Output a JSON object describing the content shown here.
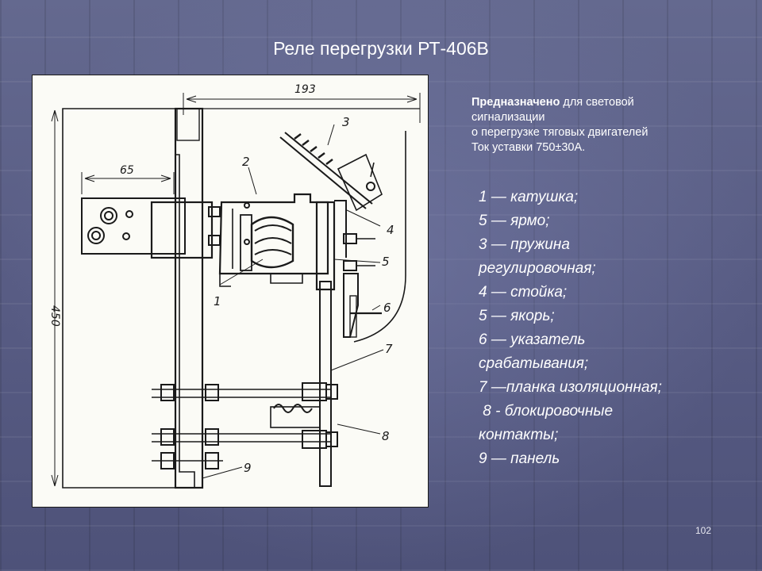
{
  "slide": {
    "title": "Реле перегрузки РТ-406В",
    "page_number": "102"
  },
  "purpose": {
    "bold": "Предназначено",
    "line1_rest": " для световой",
    "line2": "сигнализации",
    "line3": "о перегрузке тяговых двигателей",
    "line4": "Ток уставки 750±30А."
  },
  "legend": [
    "1 — катушка;",
    "5 — ярмо;",
    "3 — пружина",
    "регулировочная;",
    "4 — стойка;",
    "5 — якорь;",
    "6 — указатель",
    "срабатывания;",
    "7 —планка изоляционная;",
    " 8 - блокировочные",
    "контакты;",
    "9 — панель"
  ],
  "drawing": {
    "dim_width": "193",
    "dim_offset": "65",
    "dim_height": "450",
    "callouts": [
      "1",
      "2",
      "3",
      "4",
      "5",
      "6",
      "7",
      "8",
      "9"
    ]
  },
  "colors": {
    "background": "#5a5f86",
    "text": "#ffffff",
    "drawing_bg": "#fbfbf6",
    "ink": "#1a1a1a"
  }
}
